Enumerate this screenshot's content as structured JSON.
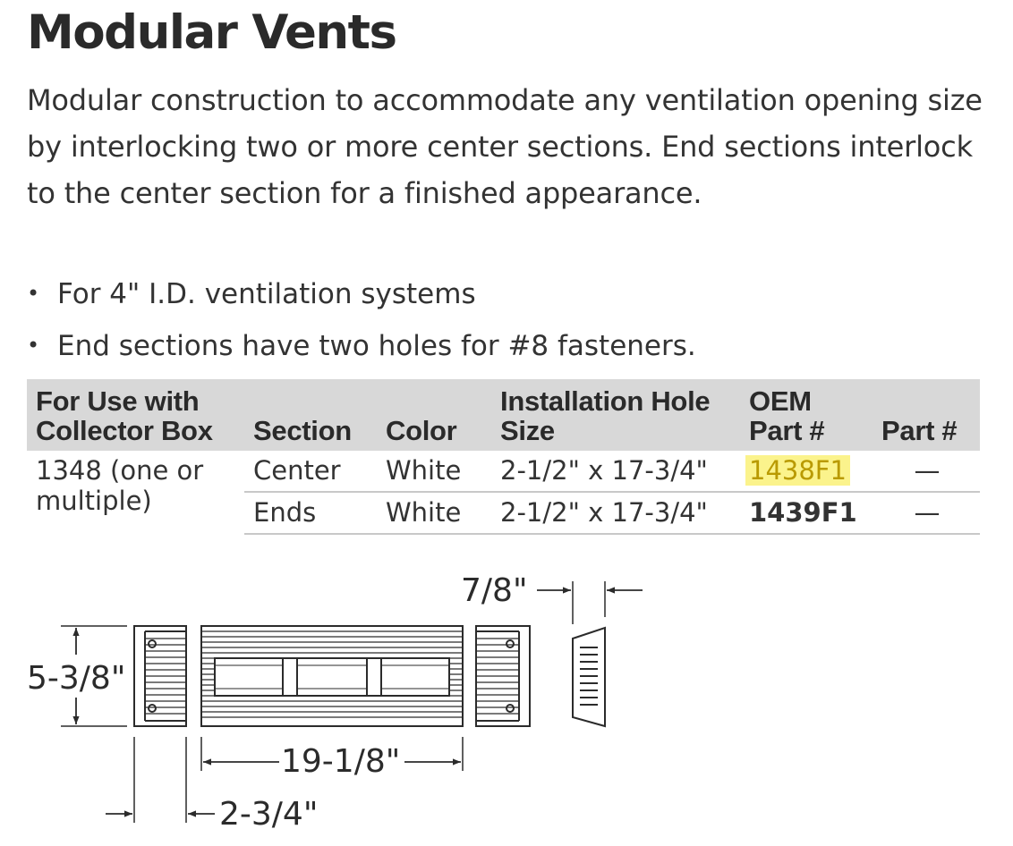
{
  "title": "Modular Vents",
  "description": "Modular construction to accommodate any ventilation opening size by interlocking two or more center sections. End sections interlock to the center section for a finished appearance.",
  "bullets": [
    "For 4\" I.D. ventilation systems",
    "End sections have two holes for #8 fasteners."
  ],
  "table": {
    "headers": {
      "collector_box": "For Use with Collector Box",
      "section": "Section",
      "color": "Color",
      "hole_size": "Installation Hole Size",
      "oem_part": "OEM Part #",
      "part": "Part #"
    },
    "collector_box": "1348 (one or multiple)",
    "rows": [
      {
        "section": "Center",
        "color": "White",
        "hole_size": "2-1/2\" x 17-3/4\"",
        "oem_part": "1438F1",
        "part": "—"
      },
      {
        "section": "Ends",
        "color": "White",
        "hole_size": "2-1/2\" x 17-3/4\"",
        "oem_part": "1439F1",
        "part": "—"
      }
    ],
    "highlight_color": "#fbf38c"
  },
  "diagram": {
    "height": "5-3/8\"",
    "center_width": "19-1/8\"",
    "end_width": "2-3/4\"",
    "depth": "7/8\""
  }
}
